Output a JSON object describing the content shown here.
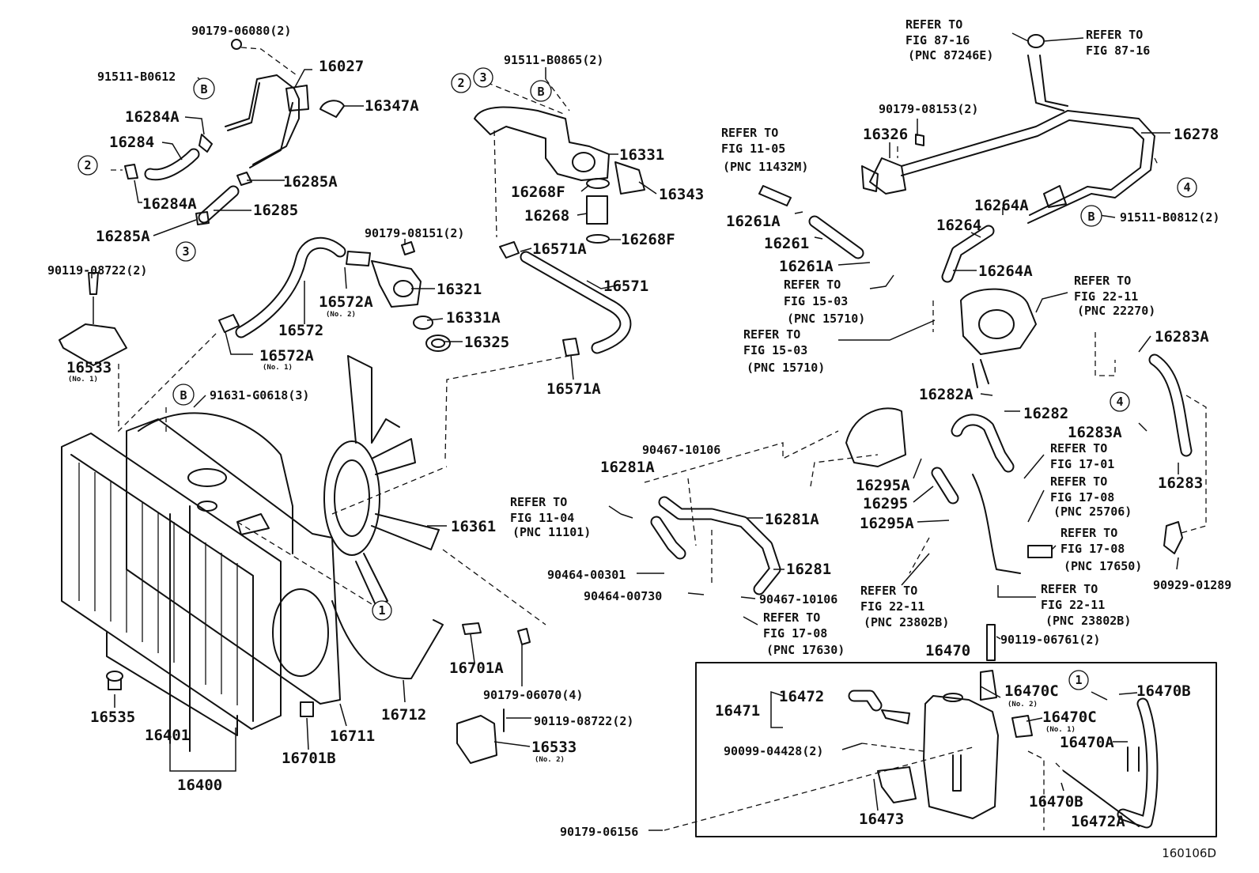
{
  "diagram_id": "160106D",
  "labels": {
    "p90179_06080": "90179-06080(2)",
    "p16027": "16027",
    "p91511_B0612": "91511-B0612",
    "p16347A": "16347A",
    "p16284A_top": "16284A",
    "p16284": "16284",
    "p16285A_top": "16285A",
    "p16284A_bot": "16284A",
    "p16285": "16285",
    "p16285A_bot": "16285A",
    "p90119_08722_top": "90119-08722(2)",
    "p16533_1": "16533",
    "p16572": "16572",
    "p16572A_2": "16572A",
    "p16572A_1": "16572A",
    "p90179_08151": "90179-08151(2)",
    "p16321": "16321",
    "p16331A": "16331A",
    "p16325": "16325",
    "p91511_B0865": "91511-B0865(2)",
    "p16331": "16331",
    "p16343": "16343",
    "p16268F_top": "16268F",
    "p16268": "16268",
    "p16268F_bot": "16268F",
    "p16571A_top": "16571A",
    "p16571": "16571",
    "p16571A_bot": "16571A",
    "p91631_G0618": "91631-G0618(3)",
    "p16361": "16361",
    "p16701A": "16701A",
    "p16701B": "16701B",
    "p16535": "16535",
    "p16401": "16401",
    "p16400": "16400",
    "p16711": "16711",
    "p16712": "16712",
    "p90179_06070": "90179-06070(4)",
    "p90119_08722_bot": "90119-08722(2)",
    "p16533_2": "16533",
    "p16326": "16326",
    "p90179_08153": "90179-08153(2)",
    "p16278": "16278",
    "p91511_B0812": "91511-B0812(2)",
    "p16264A_top": "16264A",
    "p16264": "16264",
    "p16264A_bot": "16264A",
    "p16261A_top": "16261A",
    "p16261": "16261",
    "p16261A_bot": "16261A",
    "p16283A_top": "16283A",
    "p16283A_bot": "16283A",
    "p16283": "16283",
    "p16282A": "16282A",
    "p16282": "16282",
    "p16295A_top": "16295A",
    "p16295": "16295",
    "p16295A_bot": "16295A",
    "p90467_10106_top": "90467-10106",
    "p16281A_left": "16281A",
    "p16281A_right": "16281A",
    "p16281": "16281",
    "p90464_00301": "90464-00301",
    "p90464_00730": "90464-00730",
    "p90467_10106_bot": "90467-10106",
    "p90929_01289": "90929-01289",
    "p90119_06761": "90119-06761(2)",
    "p16470": "16470",
    "p16470C_2": "16470C",
    "p16470B_top": "16470B",
    "p16470C_1": "16470C",
    "p16471": "16471",
    "p16472": "16472",
    "p16470A": "16470A",
    "p90099_04428": "90099-04428(2)",
    "p16473": "16473",
    "p16470B_bot": "16470B",
    "p16472A": "16472A",
    "p90179_06156": "90179-06156"
  },
  "notes": {
    "no1": "(No. 1)",
    "no2": "(No. 2)"
  },
  "callouts": {
    "b": "B",
    "c1": "1",
    "c2": "2",
    "c3": "3",
    "c4": "4"
  },
  "refer_notes": {
    "r8716a": [
      "REFER TO",
      "FIG 87-16",
      "(PNC 87246E)"
    ],
    "r8716b": [
      "REFER TO",
      "FIG 87-16"
    ],
    "r1105": [
      "REFER TO",
      "FIG 11-05",
      "(PNC 11432M)"
    ],
    "r1503a": [
      "REFER TO",
      "FIG 15-03",
      "(PNC 15710)"
    ],
    "r1503b": [
      "REFER TO",
      "FIG 15-03",
      "(PNC 15710)"
    ],
    "r2211a": [
      "REFER TO",
      "FIG 22-11",
      "(PNC 22270)"
    ],
    "r1701": [
      "REFER TO",
      "FIG 17-01"
    ],
    "r1708a": [
      "REFER TO",
      "FIG 17-08",
      "(PNC 25706)"
    ],
    "r1708b": [
      "REFER TO",
      "FIG 17-08",
      "(PNC 17650)"
    ],
    "r1104": [
      "REFER TO",
      "FIG 11-04",
      "(PNC 11101)"
    ],
    "r1708c": [
      "REFER TO",
      "FIG 17-08",
      "(PNC 17630)"
    ],
    "r2211b": [
      "REFER TO",
      "FIG 22-11",
      "(PNC 23802B)"
    ],
    "r2211c": [
      "REFER TO",
      "FIG 22-11",
      "(PNC 23802B)"
    ]
  }
}
